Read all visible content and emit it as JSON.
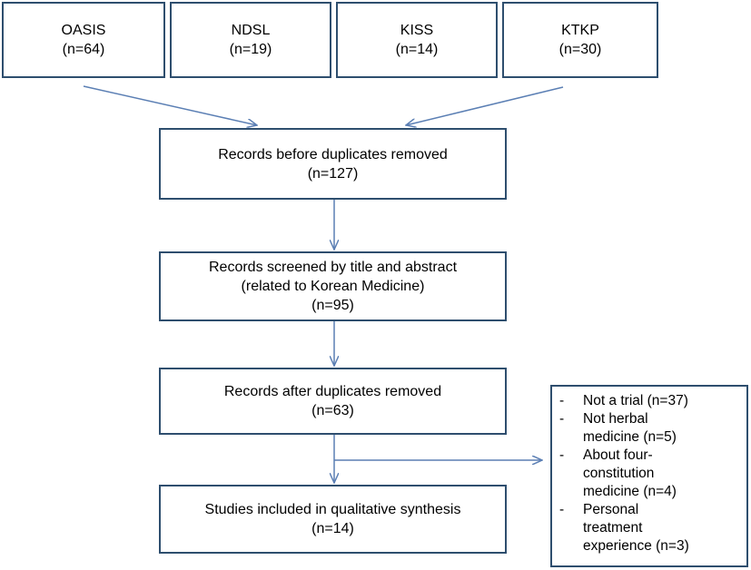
{
  "sources": [
    {
      "name": "OASIS",
      "count": "(n=64)"
    },
    {
      "name": "NDSL",
      "count": "(n=19)"
    },
    {
      "name": "KISS",
      "count": "(n=14)"
    },
    {
      "name": "KTKP",
      "count": "(n=30)"
    }
  ],
  "steps": [
    {
      "lines": [
        "Records before duplicates removed",
        "(n=127)"
      ]
    },
    {
      "lines": [
        "Records screened by title and abstract",
        "(related to Korean Medicine)",
        "(n=95)"
      ]
    },
    {
      "lines": [
        "Records after duplicates removed",
        "(n=63)"
      ]
    },
    {
      "lines": [
        "Studies included in qualitative synthesis",
        "(n=14)"
      ]
    }
  ],
  "exclusions": {
    "bullet": "-",
    "items": [
      {
        "lines": [
          "Not a trial (n=37)"
        ]
      },
      {
        "lines": [
          "Not herbal",
          "medicine (n=5)"
        ]
      },
      {
        "lines": [
          "About four-",
          "constitution",
          "medicine (n=4)"
        ]
      },
      {
        "lines": [
          "Personal",
          "treatment",
          "experience (n=3)"
        ]
      }
    ]
  },
  "colors": {
    "box_border": "#2e4e6e",
    "arrow": "#5b7fb4"
  }
}
